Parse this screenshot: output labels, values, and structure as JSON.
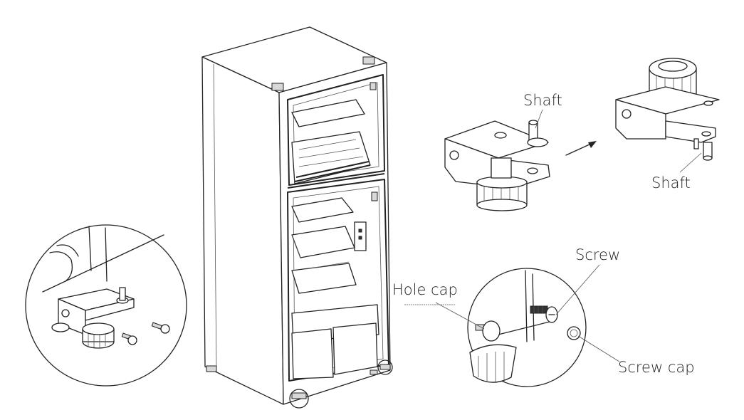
{
  "labels": {
    "shaft_top": "Shaft",
    "shaft_right": "Shaft",
    "screw": "Screw",
    "hole_cap": "Hole cap",
    "screw_cap": "Screw cap"
  },
  "colors": {
    "line": "#222222",
    "background": "#ffffff"
  }
}
